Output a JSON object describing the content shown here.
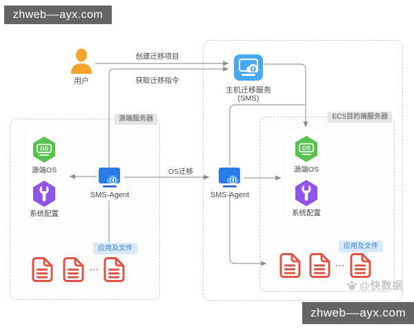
{
  "watermarks": {
    "top_bar": "zhweb––ayx.com",
    "bottom_bar": "zhweb––ayx.com",
    "credit": "@快数据"
  },
  "actors": {
    "user": {
      "label": "用户"
    }
  },
  "services": {
    "sms": {
      "name": "主机迁移服务",
      "abbr": "(SMS)"
    }
  },
  "flows": {
    "create_project": "创建迁移项目",
    "get_instructions": "获取迁移指令",
    "os_migration": "OS迁移"
  },
  "source_server": {
    "title": "源端服务器",
    "os_label": "源端OS",
    "config_label": "系统配置",
    "agent_label": "SMS-Agent",
    "files_badge": "应用及文件",
    "ellipsis": "..."
  },
  "middle_agent": {
    "label": "SMS-Agent"
  },
  "target_server": {
    "title": "ECS目的端服务器",
    "os_label": "源端OS",
    "config_label": "系统配置",
    "files_badge": "应用及文件",
    "ellipsis": "..."
  },
  "colors": {
    "line_gray": "#9c9c9c",
    "sms_blue": "#49a8f2",
    "agent_blue": "#2a7bea",
    "os_green": "#57c24e",
    "config_purple": "#9055e8",
    "doc_red": "#dd5240",
    "user_orange": "#f5a32b",
    "badge_gray_bg": "#e5e5e5",
    "badge_blue_bg": "#d8e9fb",
    "badge_blue_text": "#3f7fd6",
    "watermark_gray": "#c9c9c9",
    "bar_bg": "#646464"
  }
}
